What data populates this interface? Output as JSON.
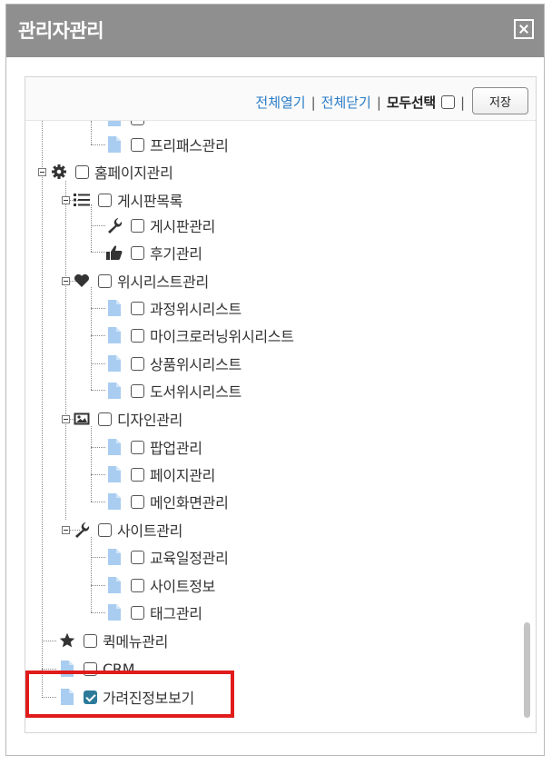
{
  "dialog": {
    "title": "관리자관리"
  },
  "toolbar": {
    "expand_all": "전체열기",
    "collapse_all": "전체닫기",
    "select_all": "모두선택",
    "separator": "|",
    "save": "저장"
  },
  "tree": {
    "partial_top": {
      "label": ""
    },
    "free_pass": {
      "label": "프리패스관리"
    },
    "homepage": {
      "label": "홈페이지관리"
    },
    "board_list": {
      "label": "게시판목록"
    },
    "board_admin": {
      "label": "게시판관리"
    },
    "review_admin": {
      "label": "후기관리"
    },
    "wishlist": {
      "label": "위시리스트관리"
    },
    "course_wishlist": {
      "label": "과정위시리스트"
    },
    "microlearning_wishlist": {
      "label": "마이크로러닝위시리스트"
    },
    "product_wishlist": {
      "label": "상품위시리스트"
    },
    "book_wishlist": {
      "label": "도서위시리스트"
    },
    "design": {
      "label": "디자인관리"
    },
    "popup": {
      "label": "팝업관리"
    },
    "page": {
      "label": "페이지관리"
    },
    "main_screen": {
      "label": "메인화면관리"
    },
    "site": {
      "label": "사이트관리"
    },
    "schedule": {
      "label": "교육일정관리"
    },
    "site_info": {
      "label": "사이트정보"
    },
    "tag": {
      "label": "태그관리"
    },
    "quick_menu": {
      "label": "퀵메뉴관리"
    },
    "crm": {
      "label": "CRM"
    },
    "hidden_info": {
      "label": "가려진정보보기",
      "checked": true
    }
  },
  "colors": {
    "title_bar": "#8f8f8f",
    "link": "#2a7cc7",
    "highlight": "#e01b1b",
    "checked": "#2b7a99"
  }
}
